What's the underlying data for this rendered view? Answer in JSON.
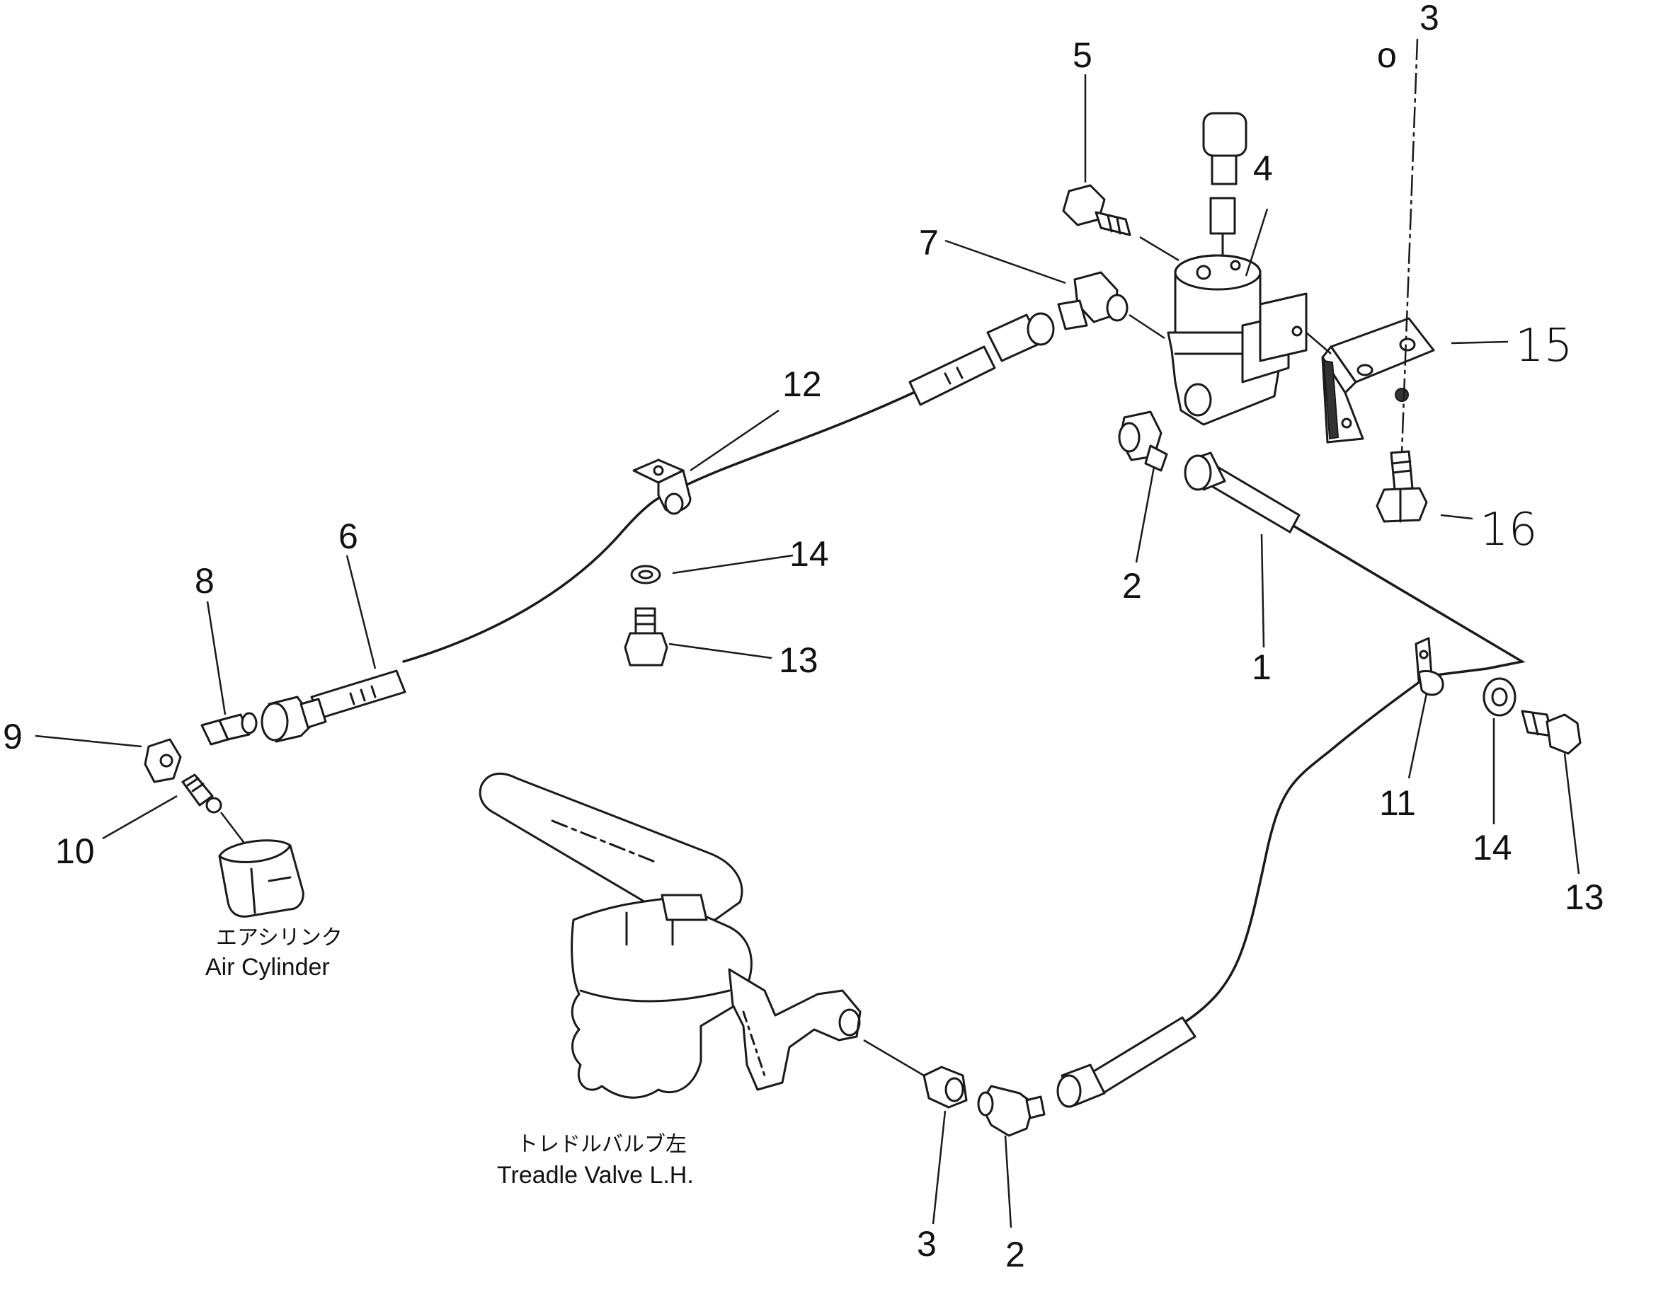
{
  "callouts": {
    "n1": "1",
    "n2a": "2",
    "n2b": "2",
    "n3": "3",
    "n4": "4",
    "n5": "5",
    "n6": "6",
    "n7": "7",
    "n8": "8",
    "n9": "9",
    "n10": "10",
    "n11": "11",
    "n12": "12",
    "n13a": "13",
    "n13b": "13",
    "n14a": "14",
    "n14b": "14",
    "n15": "15",
    "n16": "16",
    "top_a": "o",
    "top_b": "3"
  },
  "captions": {
    "air_cylinder_jp": "エアシリンク",
    "air_cylinder_en": "Air Cylinder",
    "treadle_valve_jp": "トレドルバルブ左",
    "treadle_valve_en": "Treadle Valve L.H."
  }
}
